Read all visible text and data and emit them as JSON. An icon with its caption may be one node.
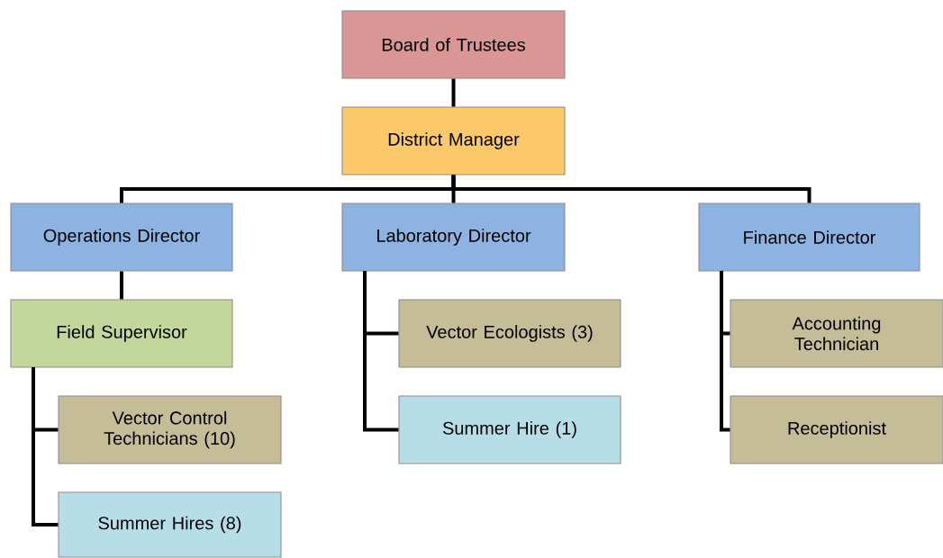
{
  "diagram": {
    "nodes": [
      {
        "text": [
          "Board of Trustees"
        ]
      },
      {
        "text": [
          "District Manager"
        ]
      },
      {
        "text": [
          "Operations Director"
        ]
      },
      {
        "text": [
          "Laboratory Director"
        ]
      },
      {
        "text": [
          "Finance Director"
        ]
      },
      {
        "text": [
          "Field Supervisor"
        ]
      },
      {
        "text": [
          "Vector Control Technicians (10)"
        ]
      },
      {
        "text": [
          "Summer Hires (8)"
        ]
      },
      {
        "text": [
          "Vector Ecologists (3)"
        ]
      },
      {
        "text": [
          "Summer Hire (1)"
        ]
      },
      {
        "text": [
          "Accounting Technician"
        ]
      },
      {
        "text": [
          "Receptionist"
        ]
      }
    ],
    "edges": [
      {
        "from": 0,
        "to": 1,
        "arrow": "none"
      },
      {
        "from": 1,
        "to": 2,
        "arrow": "none"
      },
      {
        "from": 1,
        "to": 3,
        "arrow": "none"
      },
      {
        "from": 1,
        "to": 4,
        "arrow": "none"
      },
      {
        "from": 2,
        "to": 5,
        "arrow": "none"
      },
      {
        "from": 5,
        "to": 6,
        "arrow": "none"
      },
      {
        "from": 5,
        "to": 7,
        "arrow": "none"
      },
      {
        "from": 3,
        "to": 8,
        "arrow": "none"
      },
      {
        "from": 3,
        "to": 9,
        "arrow": "none"
      },
      {
        "from": 4,
        "to": 10,
        "arrow": "none"
      },
      {
        "from": 4,
        "to": 11,
        "arrow": "none"
      }
    ]
  }
}
